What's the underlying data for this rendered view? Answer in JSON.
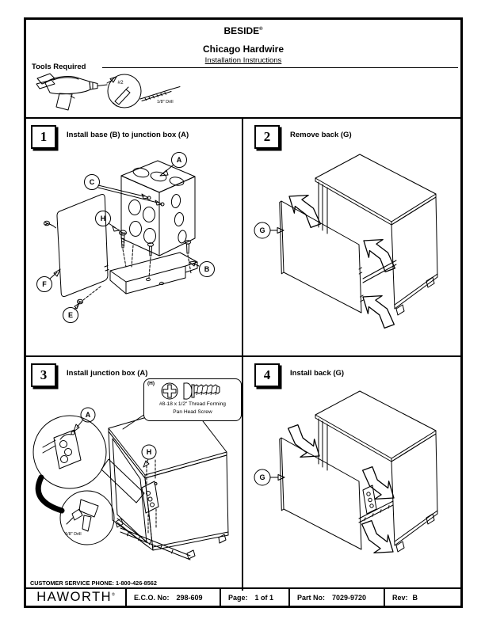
{
  "colors": {
    "ink": "#000000",
    "paper": "#ffffff"
  },
  "header": {
    "brand": "BESIDE",
    "brand_reg": "®",
    "product": "Chicago Hardwire",
    "doc_type": "Installation Instructions"
  },
  "tools": {
    "section_title": "Tools Required",
    "bit_size": "#2",
    "drill_bit_label": "1/8\" Drill"
  },
  "steps": [
    {
      "number": "1",
      "title": "Install base (B) to junction box (A)",
      "labels": {
        "a": "A",
        "b": "B",
        "c": "C",
        "e": "E",
        "f": "F",
        "h": "H"
      }
    },
    {
      "number": "2",
      "title": "Remove back (G)",
      "labels": {
        "g": "G"
      }
    },
    {
      "number": "3",
      "title": "Install junction box (A)",
      "labels": {
        "a": "A",
        "h": "H"
      },
      "callout": {
        "ref": "(H)",
        "line1": "#8-18 x 1/2\" Thread Forming",
        "line2": "Pan Head Screw"
      },
      "drill_label": "1/8\" Drill"
    },
    {
      "number": "4",
      "title": "Install back (G)",
      "labels": {
        "g": "G"
      }
    }
  ],
  "footer": {
    "phone": "CUSTOMER SERVICE PHONE: 1-800-426-8562",
    "logo": "HAWORTH",
    "logo_reg": "®",
    "eco_label": "E.C.O. No:",
    "eco_value": "298-609",
    "page_label": "Page:",
    "page_value": "1 of 1",
    "part_label": "Part No:",
    "part_value": "7029-9720",
    "rev_label": "Rev:",
    "rev_value": "B"
  }
}
